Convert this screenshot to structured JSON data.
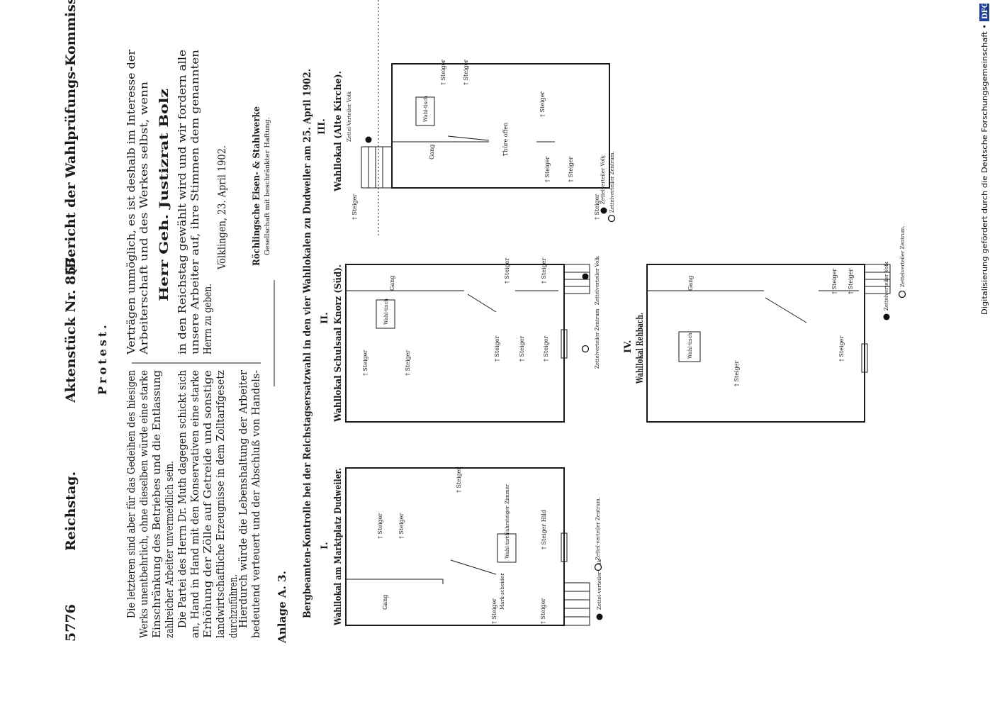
{
  "header": {
    "page_number": "5776",
    "reichstag": "Reichstag.",
    "aktenstueck": "Aktenstück Nr. 857.",
    "bericht": "(Bericht der Wahlprüfungs-Kommission.)"
  },
  "left_column": {
    "lines": [
      "Die letzteren sind aber für das Gedeihen des hiesigen",
      "Werks unentbehrlich, ohne dieselben würde eine starke",
      "Einschränkung des Betriebes und die Entlassung",
      "zahlreicher Arbeiter unvermeidlich sein.",
      "Die Partei des Herrn Dr. Muth dagegen schickt sich",
      "an, Hand in Hand mit den Konservativen eine starke",
      "Erhöhung der Zölle auf Getreide und sonstige",
      "landwirtschaftliche Erzeugnisse in dem Zolltarifgesetz",
      "durchzuführen.",
      "Hierdurch würde die Lebenshaltung der Arbeiter",
      "bedeutend verteuert und der Abschluß von Handels-"
    ]
  },
  "right_column": {
    "heading": "Protest.",
    "lines": [
      "Verträgen unmöglich, es ist deshalb im Interesse der",
      "Arbeiterschaft und des Werkes selbst, wenn"
    ],
    "candidate": "Herr Geh. Justizrat Bolz",
    "lines2": [
      "in den Reichstag gewählt wird und wir fordern alle",
      "unsere Arbeiter auf, ihre Stimmen dem genannten",
      "Herrn zu geben."
    ],
    "place_date": "Völklingen, 23. April 1902.",
    "company": "Röchlingsche Eisen- & Stahlwerke",
    "company_sub": "Gesellschaft mit beschränkter Haftung."
  },
  "anlage": {
    "label": "Anlage A. 3.",
    "title": "Bergbeamten-Kontrolle bei der Reichstagsersatzwahl in den vier Wahllokalen zu Dudweiler am 25. April 1902."
  },
  "plans": {
    "p1": {
      "numeral": "I.",
      "caption": "Wahllokal am Marktplatz Dudweiler.",
      "gang": "Gang",
      "table": "Wahl-tisch",
      "steiger": "Steiger",
      "markscheider": "Mark-scheider",
      "fahrsteiger": "Fahrsteiger Zimmer",
      "steiger_hild": "Steiger Hild",
      "volk": "Zettel-verteiler Volk",
      "zentrum": "Zettel-verteiler Zentrum."
    },
    "p2": {
      "numeral": "II.",
      "caption": "Wahllokal Schulsaal Knorz (Süd).",
      "gang": "Gang",
      "table": "Wahl-tisch",
      "steiger": "Steiger",
      "volk": "Zettelverteiler Volk",
      "zentrum": "Zettelverteiler Zentrum"
    },
    "p3": {
      "numeral": "III.",
      "caption": "Wahllokal (Alte Kirche).",
      "gang": "Gang",
      "table": "Wahl-tisch",
      "door": "Thüre offen",
      "steiger": "Steiger",
      "volk_top": "Zettel-Verteiler Volk",
      "volk": "Zettelverteiler Volk",
      "zentrum": "Zettelverteiler Zentrum."
    },
    "p4": {
      "numeral": "IV.",
      "caption": "Wahllokal Rehbach.",
      "gang": "Gang",
      "table": "Wahl-tisch",
      "steiger": "Steiger",
      "volk": "Zettelverteiler Volk",
      "zentrum": "Zettelverteiler Zentrum."
    }
  },
  "sidebar": {
    "credit": "Digitalisierung gefördert durch die Deutsche Forschungsgemeinschaft •",
    "logo": "DFG"
  }
}
